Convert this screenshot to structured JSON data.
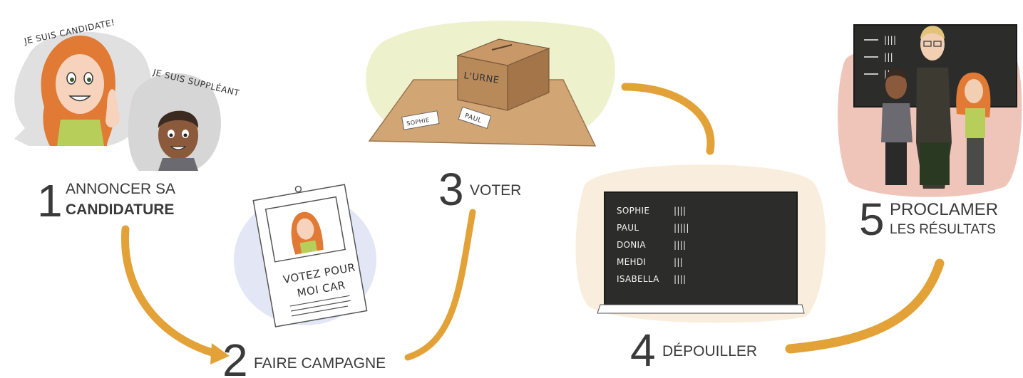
{
  "colors": {
    "accent": "#e3a238",
    "text": "#3a3a3a",
    "board": "#2c2c2a",
    "table": "#d2a574",
    "box": "#b88a5a"
  },
  "steps": [
    {
      "number": "1",
      "line1": "ANNONCER SA",
      "line2": "CANDIDATURE"
    },
    {
      "number": "2",
      "line1": "FAIRE CAMPAGNE"
    },
    {
      "number": "3",
      "line1": "VOTER"
    },
    {
      "number": "4",
      "line1": "DÉPOUILLER"
    },
    {
      "number": "5",
      "line1": "PROCLAMER",
      "line2": "LES RÉSULTATS"
    }
  ],
  "speech": {
    "candidate": "JE SUIS CANDIDATE!",
    "substitute": "JE SUIS SUPPLÉANT"
  },
  "poster": {
    "line1": "VOTEZ POUR",
    "line2": "MOI CAR"
  },
  "ballot": {
    "box_label": "L'URNE",
    "paper1": "SOPHIE",
    "paper2": "PAUL"
  },
  "tally": [
    {
      "name": "SOPHIE",
      "marks": "||||"
    },
    {
      "name": "PAUL",
      "marks": "|||||"
    },
    {
      "name": "DONIA",
      "marks": "||||"
    },
    {
      "name": "MEHDI",
      "marks": "|||"
    },
    {
      "name": "ISABELLA",
      "marks": "||||"
    }
  ],
  "results_board": [
    "||||",
    "|||",
    "||"
  ]
}
